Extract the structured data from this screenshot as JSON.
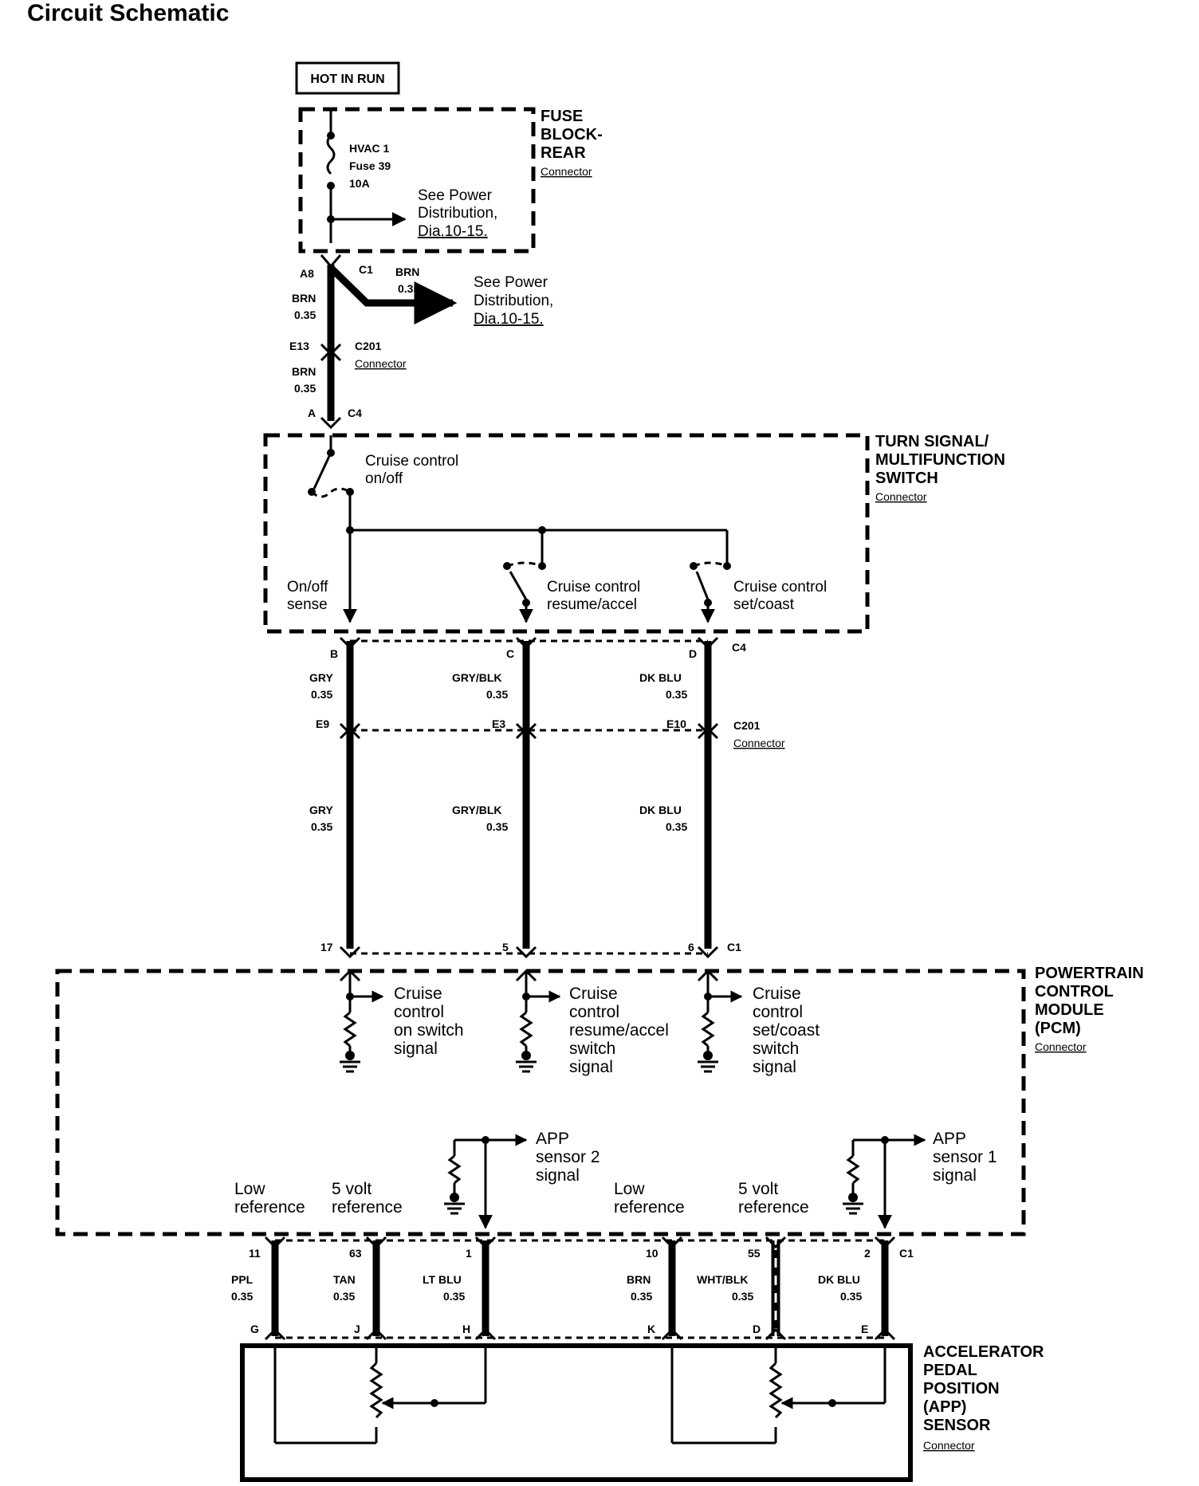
{
  "title": "Circuit Schematic",
  "colors": {
    "wire": "#000000",
    "background": "#ffffff"
  },
  "hot_label": "HOT IN RUN",
  "fuse_block": {
    "name1": "FUSE",
    "name2": "BLOCK-",
    "name3": "REAR",
    "connector": "Connector",
    "fuse1": "HVAC 1",
    "fuse2": "Fuse 39",
    "fuse3": "10A",
    "ref1": "See Power",
    "ref2": "Distribution,",
    "ref3": "Dia.10-15."
  },
  "splice": {
    "pin_a8": "A8",
    "c1": "C1",
    "brn_left": "BRN",
    "size_left": "0.35",
    "brn_branch": "BRN",
    "size_branch": "0.35",
    "ref1": "See Power",
    "ref2": "Distribution,",
    "ref3": "Dia.10-15.",
    "pin_e13": "E13",
    "c201": "C201",
    "c201_conn": "Connector",
    "brn_lower": "BRN",
    "size_lower": "0.35",
    "pin_a": "A",
    "c4": "C4"
  },
  "turn_signal": {
    "name1": "TURN SIGNAL/",
    "name2": "MULTIFUNCTION",
    "name3": "SWITCH",
    "connector": "Connector",
    "onoff1": "Cruise control",
    "onoff2": "on/off",
    "sense1": "On/off",
    "sense2": "sense",
    "resume1": "Cruise control",
    "resume2": "resume/accel",
    "set1": "Cruise control",
    "set2": "set/coast"
  },
  "mid_wires": {
    "pin_b": "B",
    "pin_c": "C",
    "pin_d": "D",
    "c4": "C4",
    "w1_color": "GRY",
    "w1_size": "0.35",
    "w2_color": "GRY/BLK",
    "w2_size": "0.35",
    "w3_color": "DK BLU",
    "w3_size": "0.35",
    "pin_e9": "E9",
    "pin_e3": "E3",
    "pin_e10": "E10",
    "c201": "C201",
    "c201_conn": "Connector",
    "l1_color": "GRY",
    "l1_size": "0.35",
    "l2_color": "GRY/BLK",
    "l2_size": "0.35",
    "l3_color": "DK BLU",
    "l3_size": "0.35",
    "pin_17": "17",
    "pin_5": "5",
    "pin_6": "6",
    "c1": "C1"
  },
  "pcm": {
    "name1": "POWERTRAIN",
    "name2": "CONTROL",
    "name3": "MODULE",
    "name4": "(PCM)",
    "connector": "Connector",
    "s1_1": "Cruise",
    "s1_2": "control",
    "s1_3": "on switch",
    "s1_4": "signal",
    "s2_1": "Cruise",
    "s2_2": "control",
    "s2_3": "resume/accel",
    "s2_4": "switch",
    "s2_5": "signal",
    "s3_1": "Cruise",
    "s3_2": "control",
    "s3_3": "set/coast",
    "s3_4": "switch",
    "s3_5": "signal",
    "app2_1": "APP",
    "app2_2": "sensor 2",
    "app2_3": "signal",
    "app1_1": "APP",
    "app1_2": "sensor 1",
    "app1_3": "signal",
    "low1_1": "Low",
    "low1_2": "reference",
    "v5a_1": "5 volt",
    "v5a_2": "reference",
    "low2_1": "Low",
    "low2_2": "reference",
    "v5b_1": "5 volt",
    "v5b_2": "reference"
  },
  "bottom_wires": {
    "p11": "11",
    "p63": "63",
    "p1": "1",
    "p10": "10",
    "p55": "55",
    "p2": "2",
    "c1": "C1",
    "w1_color": "PPL",
    "w1_size": "0.35",
    "w2_color": "TAN",
    "w2_size": "0.35",
    "w3_color": "LT BLU",
    "w3_size": "0.35",
    "w4_color": "BRN",
    "w4_size": "0.35",
    "w5_color": "WHT/BLK",
    "w5_size": "0.35",
    "w6_color": "DK BLU",
    "w6_size": "0.35",
    "pg": "G",
    "pj": "J",
    "ph": "H",
    "pk": "K",
    "pd": "D",
    "pe": "E"
  },
  "app_sensor": {
    "name1": "ACCELERATOR",
    "name2": "PEDAL",
    "name3": "POSITION",
    "name4": "(APP)",
    "name5": "SENSOR",
    "connector": "Connector"
  }
}
